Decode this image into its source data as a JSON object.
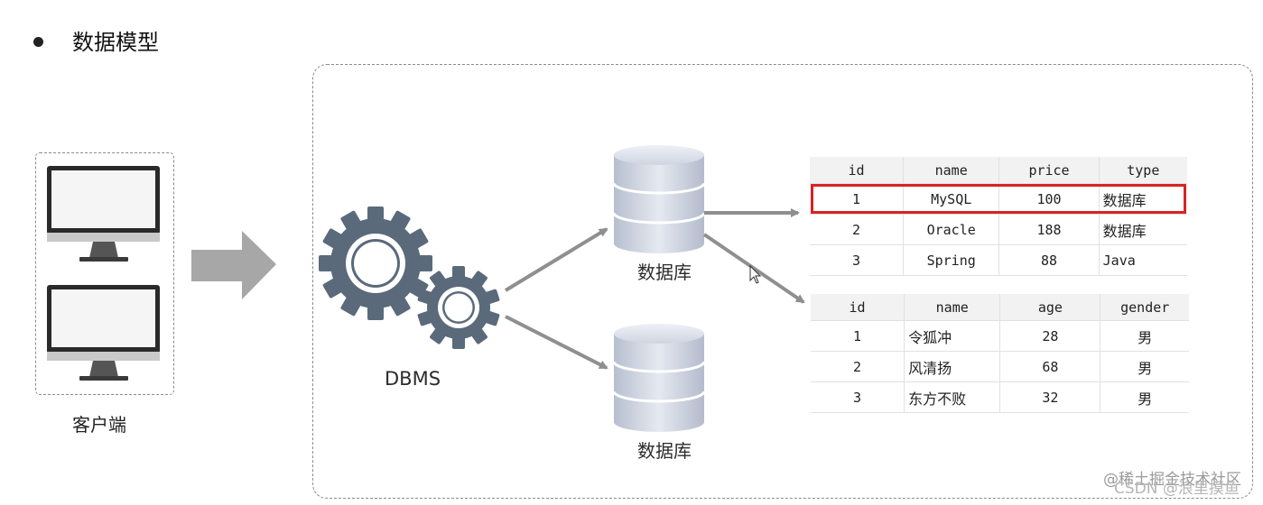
{
  "heading": {
    "title": "数据模型"
  },
  "client": {
    "label": "客户端"
  },
  "dbms": {
    "label": "DBMS"
  },
  "databases": [
    {
      "label": "数据库"
    },
    {
      "label": "数据库"
    }
  ],
  "table_products": {
    "headers": [
      "id",
      "name",
      "price",
      "type"
    ],
    "rows": [
      [
        "1",
        "MySQL",
        "100",
        "数据库"
      ],
      [
        "2",
        "Oracle",
        "188",
        "数据库"
      ],
      [
        "3",
        "Spring",
        "88",
        "Java"
      ]
    ]
  },
  "table_people": {
    "headers": [
      "id",
      "name",
      "age",
      "gender"
    ],
    "rows": [
      [
        "1",
        "令狐冲",
        "28",
        "男"
      ],
      [
        "2",
        "风清扬",
        "68",
        "男"
      ],
      [
        "3",
        "东方不败",
        "32",
        "男"
      ]
    ]
  },
  "watermark": {
    "line1": "@稀土掘金技术社区",
    "line2": "CSDN @浪里摸鱼"
  },
  "colors": {
    "highlight": "#d92323",
    "arrow": "#8f8f8f",
    "gear": "#5a6a7b"
  }
}
